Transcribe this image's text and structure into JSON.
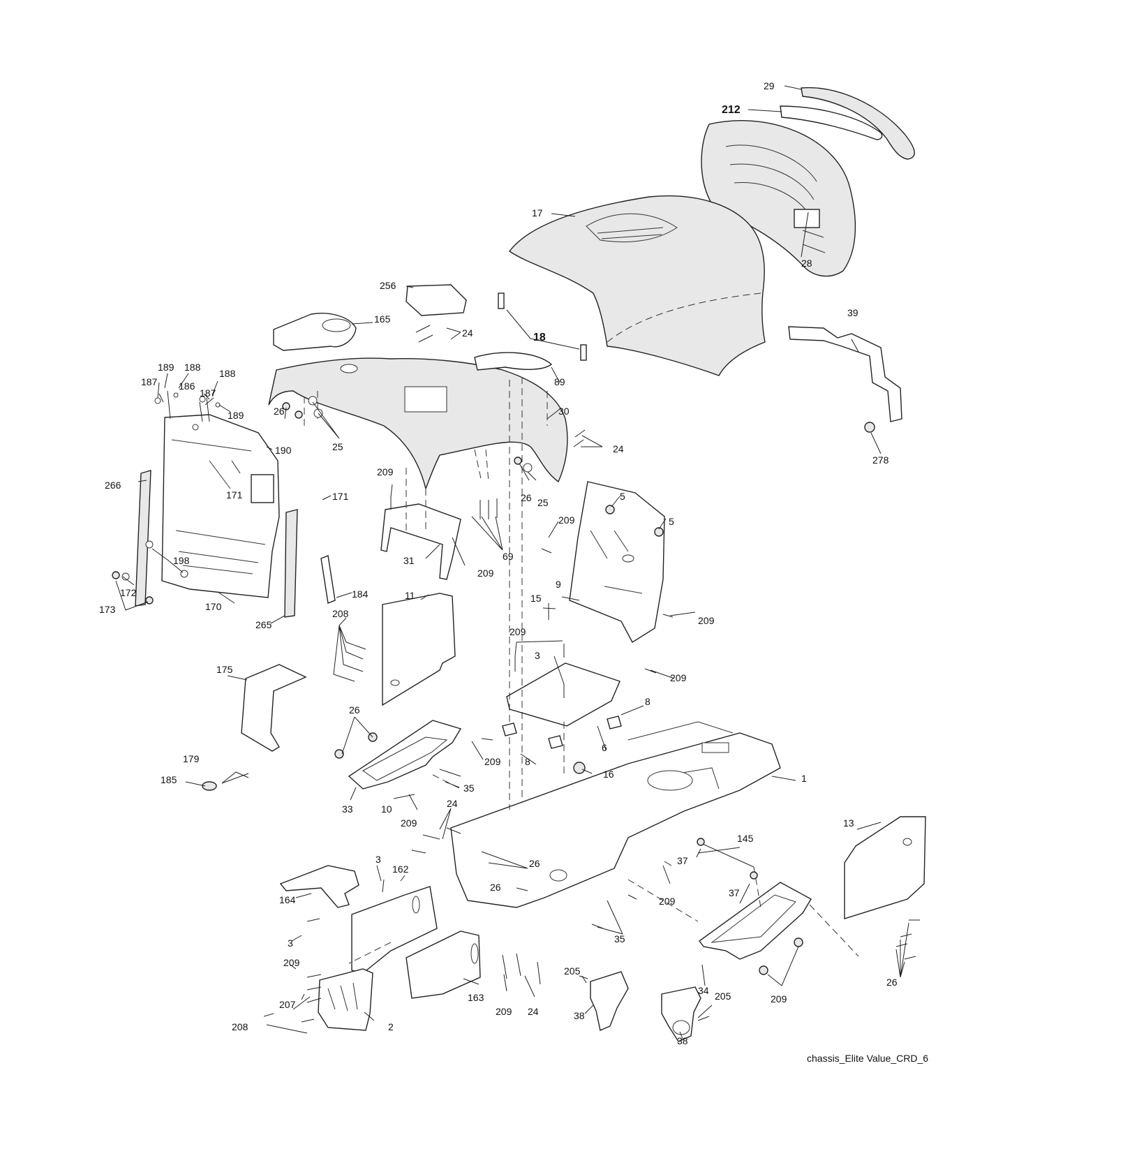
{
  "caption": "chassis_Elite Value_CRD_6",
  "callouts": [
    {
      "id": "c-29",
      "text": "29"
    },
    {
      "id": "c-212",
      "text": "212"
    },
    {
      "id": "c-17",
      "text": "17"
    },
    {
      "id": "c-28",
      "text": "28"
    },
    {
      "id": "c-256",
      "text": "256"
    },
    {
      "id": "c-165",
      "text": "165"
    },
    {
      "id": "c-24a",
      "text": "24"
    },
    {
      "id": "c-18",
      "text": "18"
    },
    {
      "id": "c-89",
      "text": "89"
    },
    {
      "id": "c-39",
      "text": "39"
    },
    {
      "id": "c-278",
      "text": "278"
    },
    {
      "id": "c-189a",
      "text": "189"
    },
    {
      "id": "c-188a",
      "text": "188"
    },
    {
      "id": "c-187a",
      "text": "187"
    },
    {
      "id": "c-188b",
      "text": "188"
    },
    {
      "id": "c-186",
      "text": "186"
    },
    {
      "id": "c-187b",
      "text": "187"
    },
    {
      "id": "c-189b",
      "text": "189"
    },
    {
      "id": "c-26a",
      "text": "26"
    },
    {
      "id": "c-25a",
      "text": "25"
    },
    {
      "id": "c-30",
      "text": "30"
    },
    {
      "id": "c-24b",
      "text": "24"
    },
    {
      "id": "c-190",
      "text": "190"
    },
    {
      "id": "c-266",
      "text": "266"
    },
    {
      "id": "c-171a",
      "text": "171"
    },
    {
      "id": "c-171b",
      "text": "171"
    },
    {
      "id": "c-209a",
      "text": "209"
    },
    {
      "id": "c-26b",
      "text": "26"
    },
    {
      "id": "c-25b",
      "text": "25"
    },
    {
      "id": "c-5a",
      "text": "5"
    },
    {
      "id": "c-5b",
      "text": "5"
    },
    {
      "id": "c-209b",
      "text": "209"
    },
    {
      "id": "c-69",
      "text": "69"
    },
    {
      "id": "c-198",
      "text": "198"
    },
    {
      "id": "c-31",
      "text": "31"
    },
    {
      "id": "c-209c",
      "text": "209"
    },
    {
      "id": "c-9",
      "text": "9"
    },
    {
      "id": "c-172",
      "text": "172"
    },
    {
      "id": "c-173",
      "text": "173"
    },
    {
      "id": "c-170",
      "text": "170"
    },
    {
      "id": "c-184",
      "text": "184"
    },
    {
      "id": "c-11",
      "text": "11"
    },
    {
      "id": "c-15",
      "text": "15"
    },
    {
      "id": "c-265",
      "text": "265"
    },
    {
      "id": "c-209d",
      "text": "209"
    },
    {
      "id": "c-208a",
      "text": "208"
    },
    {
      "id": "c-209e",
      "text": "209"
    },
    {
      "id": "c-3a",
      "text": "3"
    },
    {
      "id": "c-209f",
      "text": "209"
    },
    {
      "id": "c-175",
      "text": "175"
    },
    {
      "id": "c-26c",
      "text": "26"
    },
    {
      "id": "c-8a",
      "text": "8"
    },
    {
      "id": "c-6",
      "text": "6"
    },
    {
      "id": "c-209g",
      "text": "209"
    },
    {
      "id": "c-8b",
      "text": "8"
    },
    {
      "id": "c-179",
      "text": "179"
    },
    {
      "id": "c-16",
      "text": "16"
    },
    {
      "id": "c-185",
      "text": "185"
    },
    {
      "id": "c-35a",
      "text": "35"
    },
    {
      "id": "c-1",
      "text": "1"
    },
    {
      "id": "c-33",
      "text": "33"
    },
    {
      "id": "c-10",
      "text": "10"
    },
    {
      "id": "c-24c",
      "text": "24"
    },
    {
      "id": "c-13",
      "text": "13"
    },
    {
      "id": "c-209h",
      "text": "209"
    },
    {
      "id": "c-145",
      "text": "145"
    },
    {
      "id": "c-26d",
      "text": "26"
    },
    {
      "id": "c-37a",
      "text": "37"
    },
    {
      "id": "c-3b",
      "text": "3"
    },
    {
      "id": "c-162",
      "text": "162"
    },
    {
      "id": "c-26e",
      "text": "26"
    },
    {
      "id": "c-209i",
      "text": "209"
    },
    {
      "id": "c-37b",
      "text": "37"
    },
    {
      "id": "c-164",
      "text": "164"
    },
    {
      "id": "c-35b",
      "text": "35"
    },
    {
      "id": "c-3c",
      "text": "3"
    },
    {
      "id": "c-209j",
      "text": "209"
    },
    {
      "id": "c-163",
      "text": "163"
    },
    {
      "id": "c-209k",
      "text": "209"
    },
    {
      "id": "c-24d",
      "text": "24"
    },
    {
      "id": "c-34",
      "text": "34"
    },
    {
      "id": "c-205a",
      "text": "205"
    },
    {
      "id": "c-207",
      "text": "207"
    },
    {
      "id": "c-209l",
      "text": "209"
    },
    {
      "id": "c-2",
      "text": "2"
    },
    {
      "id": "c-38a",
      "text": "38"
    },
    {
      "id": "c-205b",
      "text": "205"
    },
    {
      "id": "c-26f",
      "text": "26"
    },
    {
      "id": "c-208b",
      "text": "208"
    },
    {
      "id": "c-38b",
      "text": "38"
    }
  ]
}
